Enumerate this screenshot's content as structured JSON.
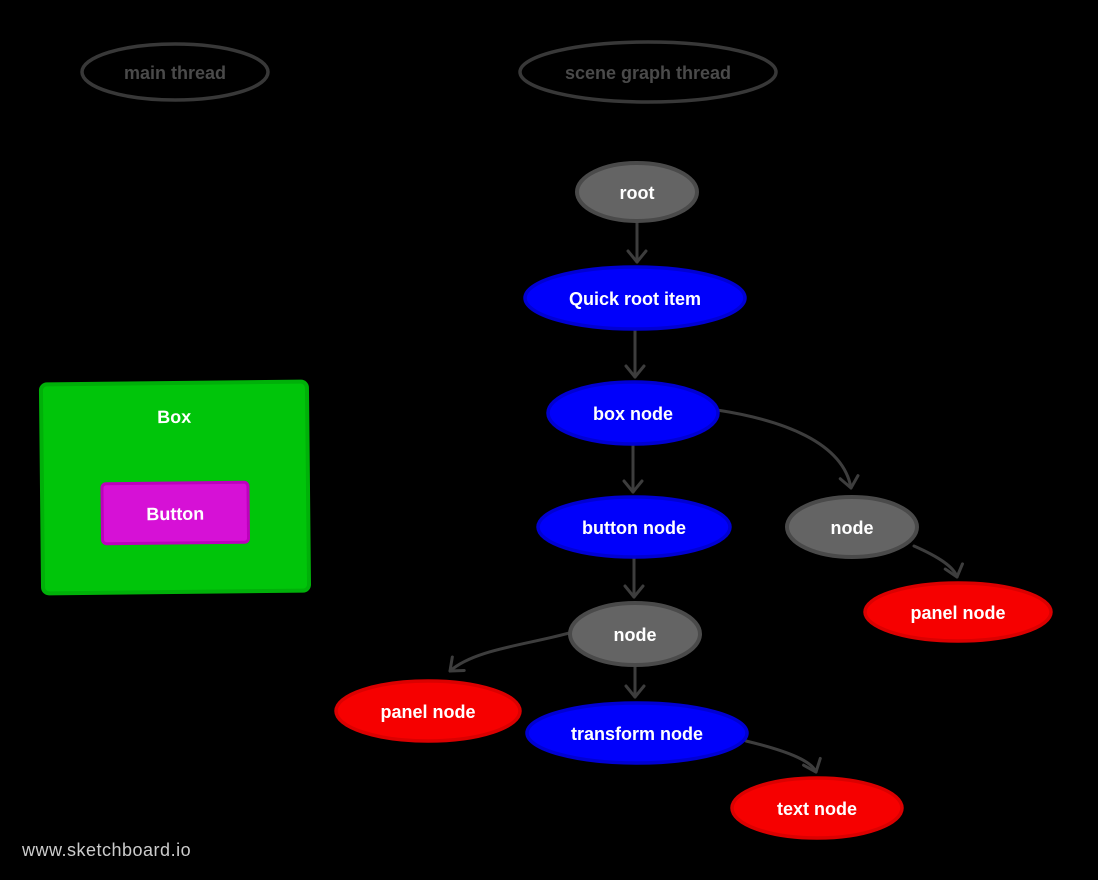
{
  "colors": {
    "background": "#000000",
    "edge": "#3d3d3d",
    "thread-outline": "#383838",
    "thread-text": "#4a4a4a",
    "gray-fill": "#646464",
    "gray-stroke": "#4a4a4a",
    "blue-fill": "#0000fb",
    "blue-stroke": "#0000d2",
    "red-fill": "#f60000",
    "red-stroke": "#db0000",
    "green-fill": "#00c50a",
    "green-stroke": "#00b009",
    "magenta-fill": "#d611d6",
    "magenta-stroke": "#bd00bd",
    "node-text": "#ffffff",
    "watermark-color": "#cccccc"
  },
  "threads": {
    "main": {
      "label": "main thread"
    },
    "scene": {
      "label": "scene graph thread"
    }
  },
  "main_thread_ui": {
    "box": {
      "label": "Box"
    },
    "button": {
      "label": "Button"
    }
  },
  "scene_graph": {
    "root": {
      "label": "root",
      "kind": "gray"
    },
    "quick_root_item": {
      "label": "Quick root item",
      "kind": "blue"
    },
    "box_node": {
      "label": "box node",
      "kind": "blue"
    },
    "button_node": {
      "label": "button node",
      "kind": "blue"
    },
    "node_right": {
      "label": "node",
      "kind": "gray"
    },
    "panel_node_right": {
      "label": "panel node",
      "kind": "red"
    },
    "node_mid": {
      "label": "node",
      "kind": "gray"
    },
    "panel_node_left": {
      "label": "panel node",
      "kind": "red"
    },
    "transform_node": {
      "label": "transform node",
      "kind": "blue"
    },
    "text_node": {
      "label": "text node",
      "kind": "red"
    }
  },
  "edges": [
    {
      "from": "root",
      "to": "quick_root_item"
    },
    {
      "from": "quick_root_item",
      "to": "box_node"
    },
    {
      "from": "box_node",
      "to": "button_node"
    },
    {
      "from": "box_node",
      "to": "node_right"
    },
    {
      "from": "node_right",
      "to": "panel_node_right"
    },
    {
      "from": "button_node",
      "to": "node_mid"
    },
    {
      "from": "node_mid",
      "to": "panel_node_left"
    },
    {
      "from": "node_mid",
      "to": "transform_node"
    },
    {
      "from": "transform_node",
      "to": "text_node"
    }
  ],
  "watermark": {
    "label": "www.sketchboard.io"
  }
}
